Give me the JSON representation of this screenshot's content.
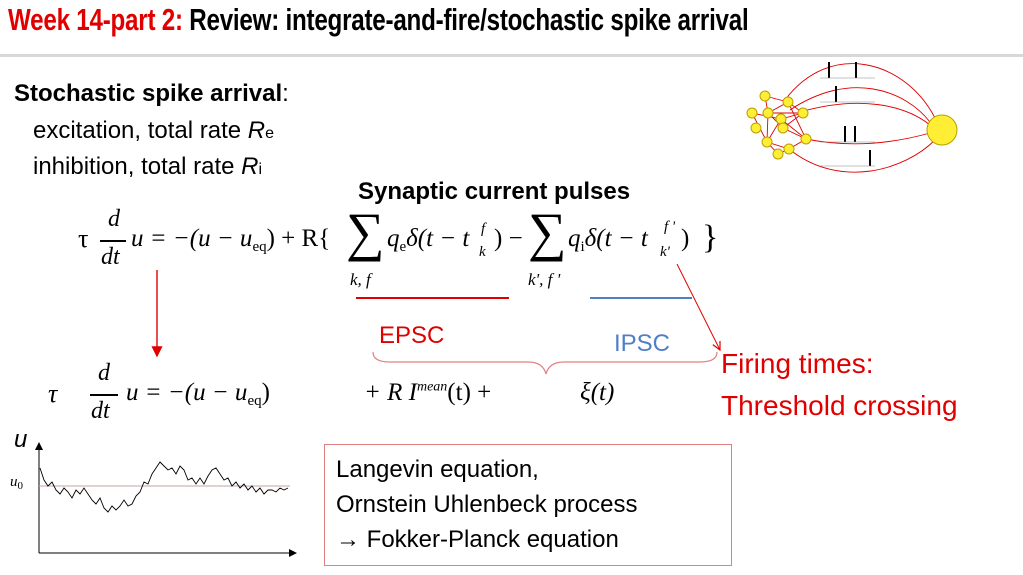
{
  "title": {
    "prefix": "Week 14-part 2:",
    "main": " Review:  integrate-and-fire/stochastic spike arrival"
  },
  "stochastic": {
    "heading": "Stochastic spike arrival",
    "colon": ":",
    "exc_text": "excitation, total rate ",
    "exc_var": "R",
    "exc_sub": "e",
    "inh_text": "inhibition, total rate ",
    "inh_var": "R",
    "inh_sub": "i"
  },
  "synaptic_heading": "Synaptic current pulses",
  "labels": {
    "epsc": "EPSC",
    "ipsc": "IPSC",
    "firing_times": "Firing times:",
    "threshold": "Threshold crossing"
  },
  "eq1": {
    "tau": "τ",
    "d": "d",
    "dt": "dt",
    "lhs": "u = −(u − u",
    "eq_sub": "eq",
    "r_open": ") + R{",
    "q_e": "q",
    "e_sub": "e",
    "delta1": "δ(t − t",
    "k_sup": "f",
    "k_sub": "k",
    "close1": ") −",
    "q_i": "q",
    "i_sub": "i",
    "delta2": "δ(t − t",
    "k2_sup": "f '",
    "k2_sub": "k'",
    "close2": ")",
    "sum1_sub": "k, f",
    "sum2_sub": "k', f '",
    "brace_close": "}"
  },
  "eq2": {
    "tau": "τ",
    "d": "d",
    "dt": "dt",
    "lhs": "u = −(u − u",
    "eq_sub": "eq",
    "close": ")",
    "plus_r": "+ R I",
    "mean_sup": "mean",
    "t_part": "(t)  +",
    "xi": "ξ(t)"
  },
  "plot": {
    "y_label": "u",
    "u0_var": "u",
    "u0_sub": "0"
  },
  "langevin": {
    "line1": "Langevin equation,",
    "line2": "Ornstein Uhlenbeck process",
    "arrow": "→",
    "line3": " Fokker-Planck equation"
  },
  "colors": {
    "red": "#e00000",
    "blue": "#4f7fc4",
    "neuron": "#ffee33",
    "box_border": "#e08080"
  }
}
